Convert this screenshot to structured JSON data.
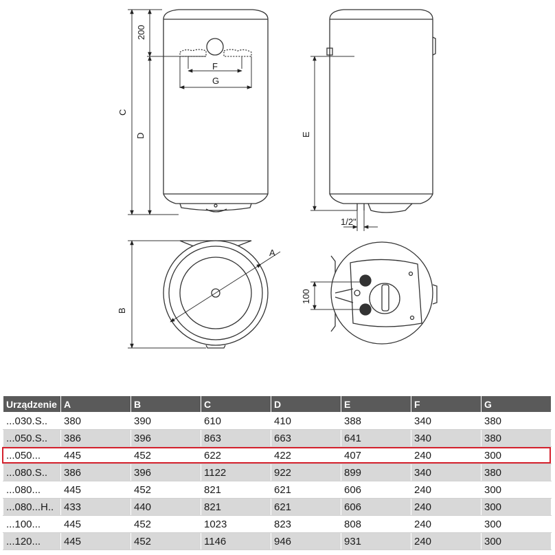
{
  "drawing": {
    "labels": {
      "dim_200": "200",
      "dim_c": "C",
      "dim_d": "D",
      "dim_f": "F",
      "dim_g": "G",
      "dim_e": "E",
      "dim_half_inch": "1/2\"",
      "dim_a": "A",
      "dim_b": "B",
      "dim_100": "100"
    }
  },
  "table": {
    "headers": [
      "Urządzenie",
      "A",
      "B",
      "C",
      "D",
      "E",
      "F",
      "G"
    ],
    "rows": [
      [
        "...030.S..",
        "380",
        "390",
        "610",
        "410",
        "388",
        "340",
        "380"
      ],
      [
        "...050.S..",
        "386",
        "396",
        "863",
        "663",
        "641",
        "340",
        "380"
      ],
      [
        "...050...",
        "445",
        "452",
        "622",
        "422",
        "407",
        "240",
        "300"
      ],
      [
        "...080.S..",
        "386",
        "396",
        "1122",
        "922",
        "899",
        "340",
        "380"
      ],
      [
        "...080...",
        "445",
        "452",
        "821",
        "621",
        "606",
        "240",
        "300"
      ],
      [
        "...080...H..",
        "433",
        "440",
        "821",
        "621",
        "606",
        "240",
        "300"
      ],
      [
        "...100...",
        "445",
        "452",
        "1023",
        "823",
        "808",
        "240",
        "300"
      ],
      [
        "...120...",
        "445",
        "452",
        "1146",
        "946",
        "931",
        "240",
        "300"
      ]
    ],
    "highlight_row_index": 2,
    "colors": {
      "header_bg": "#5a5a5a",
      "alt_row_bg": "#d8d8d8",
      "highlight_border": "#d4202c"
    }
  }
}
